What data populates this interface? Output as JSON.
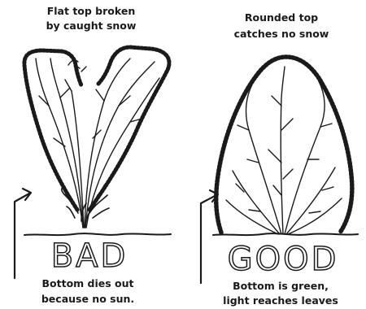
{
  "left_panel": {
    "top_caption": [
      "Flat top broken",
      "by caught snow"
    ],
    "label": "BAD",
    "bottom_caption": [
      "Bottom dies out",
      "because no sun."
    ]
  },
  "right_panel": {
    "top_caption": [
      "Rounded top",
      "catches no snow"
    ],
    "label": "GOOD",
    "bottom_caption": [
      "Bottom is green,",
      "light reaches leaves"
    ]
  },
  "colors": {
    "ink": "#1a1a1a",
    "background": "#ffffff"
  }
}
